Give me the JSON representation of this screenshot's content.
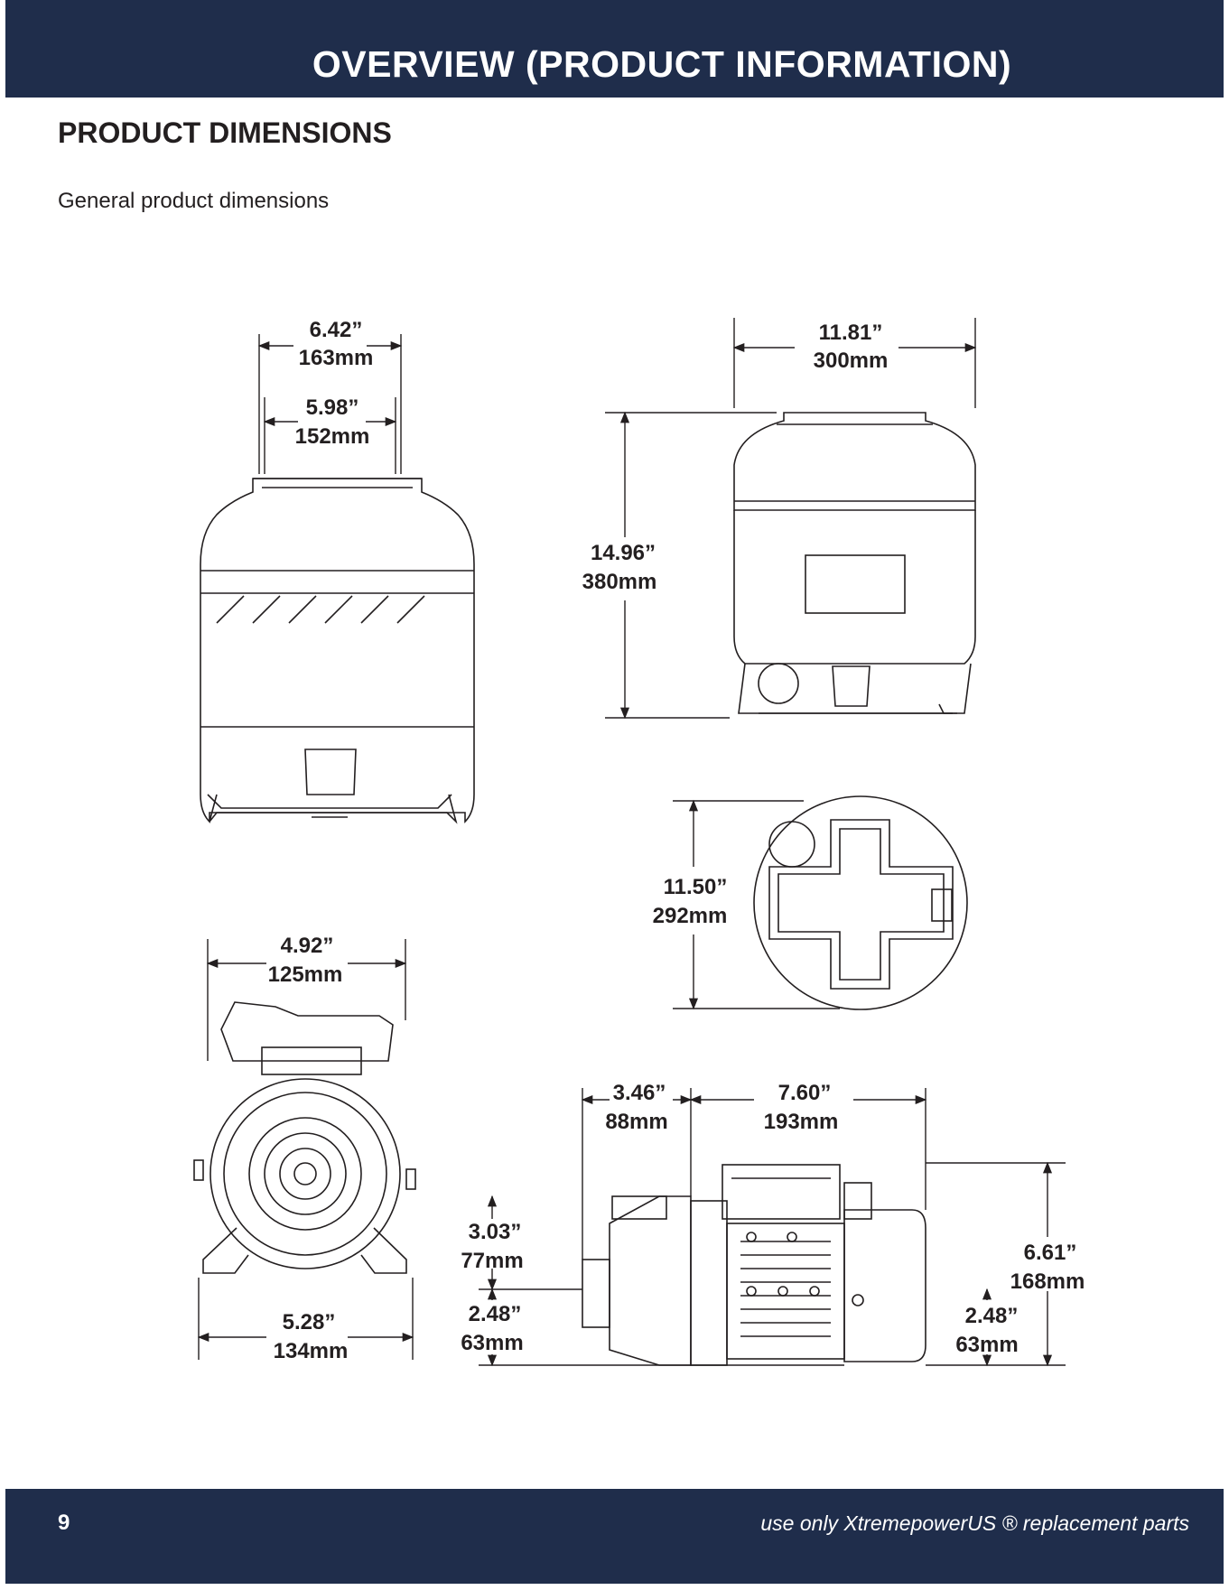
{
  "header": {
    "title": "OVERVIEW (PRODUCT INFORMATION)"
  },
  "section": {
    "title": "PRODUCT DIMENSIONS",
    "subtitle": "General product dimensions"
  },
  "dimensions": {
    "tank_outer_neck_in": "6.42”",
    "tank_outer_neck_mm": "163mm",
    "tank_inner_neck_in": "5.98”",
    "tank_inner_neck_mm": "152mm",
    "tank_width_in": "11.81”",
    "tank_width_mm": "300mm",
    "tank_height_in": "14.96”",
    "tank_height_mm": "380mm",
    "tank_base_in": "11.50”",
    "tank_base_mm": "292mm",
    "pump_top_width_in": "4.92”",
    "pump_top_width_mm": "125mm",
    "pump_base_width_in": "5.28”",
    "pump_base_width_mm": "134mm",
    "pump_inlet_len_in": "3.46”",
    "pump_inlet_len_mm": "88mm",
    "pump_motor_len_in": "7.60”",
    "pump_motor_len_mm": "193mm",
    "pump_inlet_height_in": "3.03”",
    "pump_inlet_height_mm": "77mm",
    "pump_inlet_base_in": "2.48”",
    "pump_inlet_base_mm": "63mm",
    "pump_height_in": "6.61”",
    "pump_height_mm": "168mm",
    "pump_motor_base_in": "2.48”",
    "pump_motor_base_mm": "63mm"
  },
  "footer": {
    "page_number": "9",
    "note": "use only XtremepowerUS ® replacement parts"
  }
}
